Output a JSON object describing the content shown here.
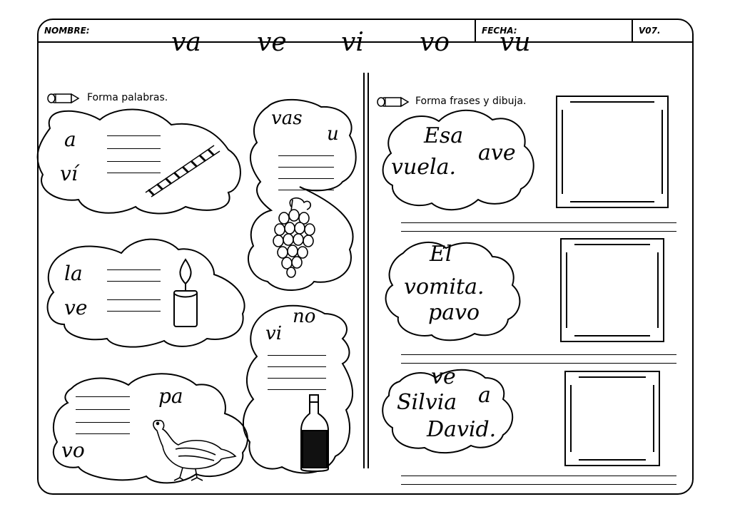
{
  "header": {
    "name_label": "NOMBRE:",
    "date_label": "FECHA:",
    "code": "V07."
  },
  "syllables": [
    "va",
    "ve",
    "vi",
    "vo",
    "vu"
  ],
  "left_section": {
    "instruction": "Forma palabras."
  },
  "right_section": {
    "instruction": "Forma frases y dibuja."
  },
  "word_clouds": [
    {
      "words": [
        "a",
        "ví"
      ]
    },
    {
      "words": [
        "vas",
        "u"
      ]
    },
    {
      "words": [
        "la",
        "ve"
      ]
    },
    {
      "words": [
        "no",
        "vi"
      ]
    },
    {
      "words": [
        "pa",
        "vo"
      ]
    }
  ],
  "sentence_clouds": [
    {
      "words": [
        "Esa",
        "ave",
        "vuela."
      ]
    },
    {
      "words": [
        "El",
        "vomita.",
        "pavo"
      ]
    },
    {
      "words": [
        "ve",
        "a",
        "Silvia",
        "David."
      ]
    }
  ],
  "icons": {
    "pencil": "pencil-icon",
    "pictures": [
      "train-track",
      "grapes",
      "candle",
      "wine-bottle",
      "turkey"
    ]
  }
}
